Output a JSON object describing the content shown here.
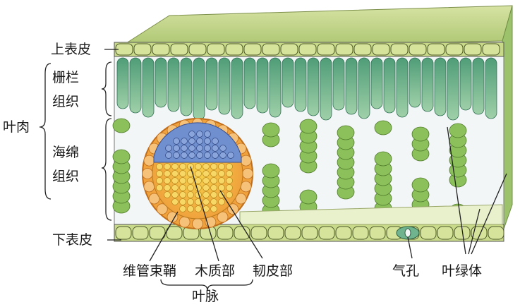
{
  "labels": {
    "upper_epidermis": "上表皮",
    "mesophyll": "叶肉",
    "palisade_line1": "栅栏",
    "palisade_line2": "组织",
    "spongy_line1": "海绵",
    "spongy_line2": "组织",
    "lower_epidermis": "下表皮",
    "bundle_sheath": "维管束鞘",
    "xylem": "木质部",
    "phloem": "韧皮部",
    "vein": "叶脉",
    "stoma": "气孔",
    "chloroplast": "叶绿体"
  },
  "colors": {
    "epidermis": "#c9d98a",
    "palisade": "#6fb38f",
    "spongy": "#8cc05a",
    "xylem": "#f2c233",
    "phloem": "#6f8fcf",
    "sheath": "#f0a23c",
    "air_space": "#f4f7f8",
    "outline": "#333333"
  }
}
